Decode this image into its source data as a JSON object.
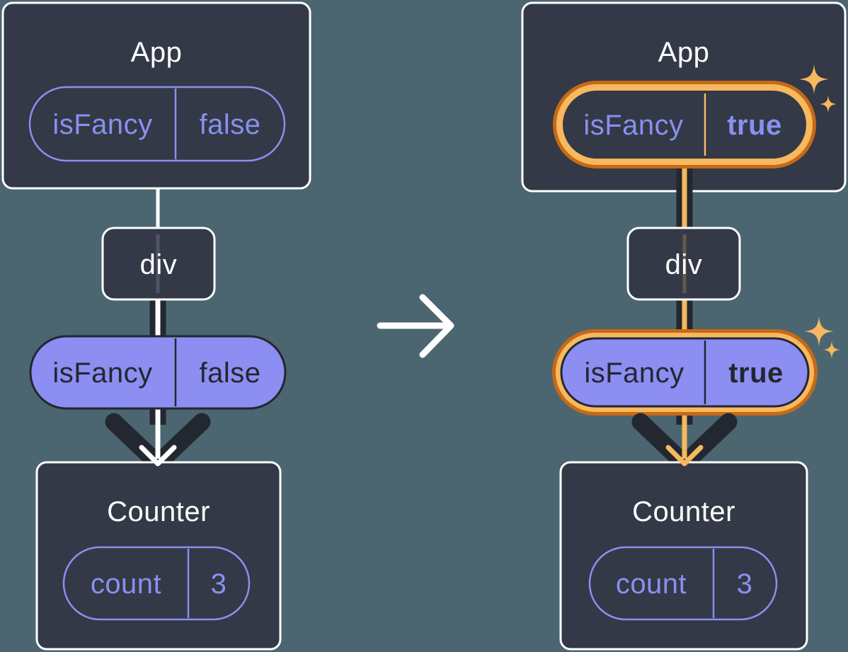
{
  "colors": {
    "background": "#4B6670",
    "panel": "#333946",
    "panel_border": "#FFFFFF",
    "purple": "#8A8FF0",
    "purple_fill": "#8C8EF2",
    "dark": "#23272F",
    "orange": "#F7B85F",
    "orange_dark": "#C56A16",
    "white": "#FFFFFF"
  },
  "icons": {
    "transition_arrow": "right-arrow",
    "sparkles": "four-point-star"
  },
  "left": {
    "app": {
      "title": "App",
      "prop_name": "isFancy",
      "prop_value": "false"
    },
    "div": {
      "title": "div"
    },
    "passed_prop": {
      "name": "isFancy",
      "value": "false"
    },
    "counter": {
      "title": "Counter",
      "state_name": "count",
      "state_value": "3"
    }
  },
  "right": {
    "app": {
      "title": "App",
      "prop_name": "isFancy",
      "prop_value": "true"
    },
    "div": {
      "title": "div"
    },
    "passed_prop": {
      "name": "isFancy",
      "value": "true"
    },
    "counter": {
      "title": "Counter",
      "state_name": "count",
      "state_value": "3"
    }
  }
}
